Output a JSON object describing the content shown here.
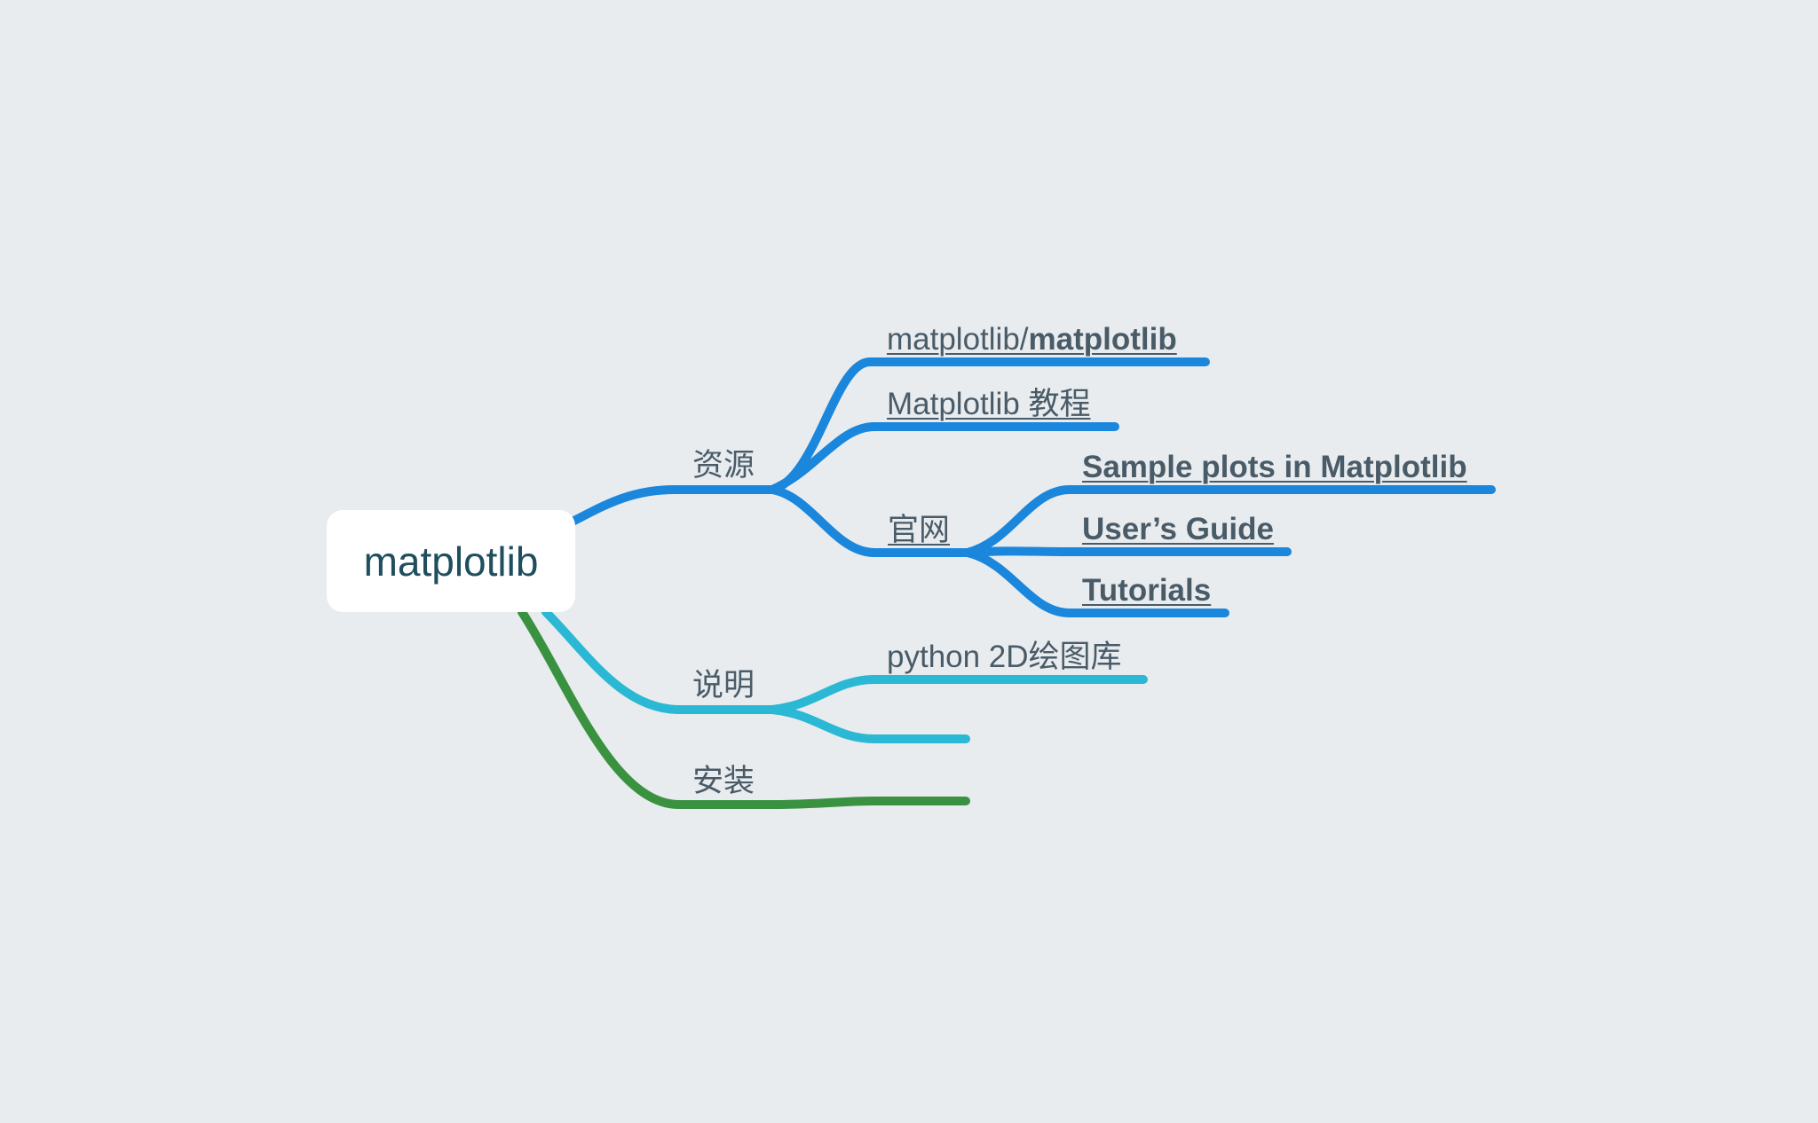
{
  "colors": {
    "background": "#e8ecef",
    "branch_resources": "#1a86dc",
    "branch_notes": "#2bb8d4",
    "branch_install": "#3a9240",
    "text": "#4a5b68",
    "root_text": "#1f4e5f"
  },
  "root": {
    "label": "matplotlib"
  },
  "branches": {
    "resources": {
      "label": "资源",
      "children": {
        "github_prefix": "matplotlib/",
        "github_name": "matplotlib",
        "tutorial": "Matplotlib 教程",
        "official": {
          "label": "官网",
          "children": {
            "sample_plots": "Sample plots in Matplotlib",
            "users_guide": "User’s Guide",
            "tutorials": "Tutorials"
          }
        }
      }
    },
    "notes": {
      "label": "说明",
      "children": {
        "desc": "python 2D绘图库",
        "empty": ""
      }
    },
    "install": {
      "label": "安装"
    }
  }
}
